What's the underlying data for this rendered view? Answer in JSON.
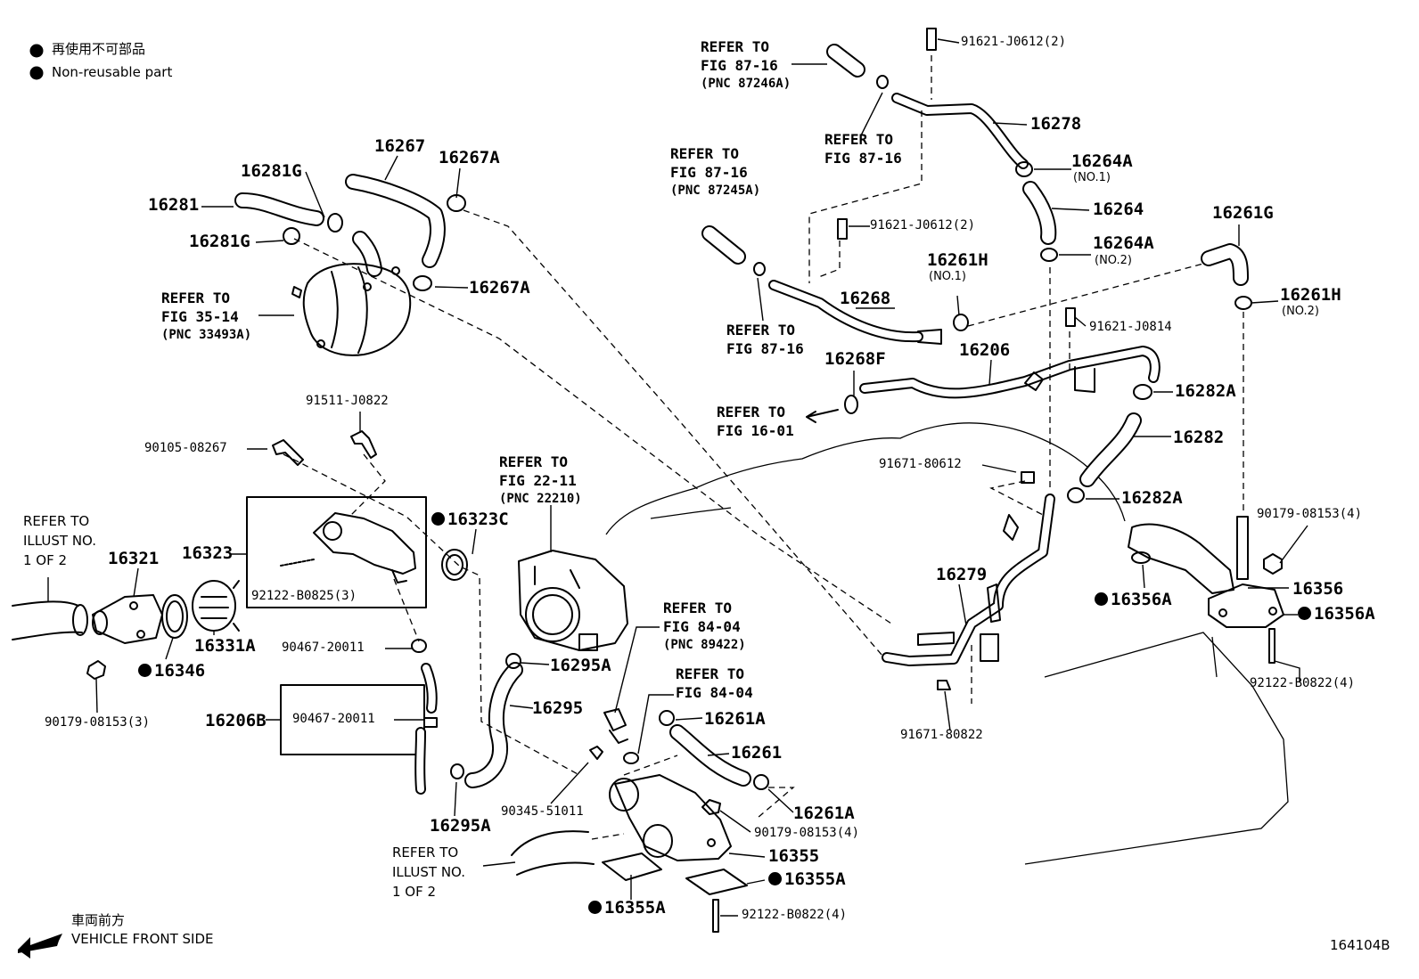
{
  "legend": {
    "jp": "再使用不可部品",
    "en": "Non-reusable part"
  },
  "diagram_id": "164104B",
  "front_side": {
    "jp": "車両前方",
    "en": "VEHICLE FRONT SIDE"
  },
  "refs": {
    "fig_87_16_a": [
      "REFER TO",
      "FIG 87-16",
      "(PNC 87246A)"
    ],
    "fig_87_16_b": [
      "REFER TO",
      "FIG 87-16"
    ],
    "fig_87_16_c": [
      "REFER TO",
      "FIG 87-16",
      "(PNC 87245A)"
    ],
    "fig_87_16_d": [
      "REFER TO",
      "FIG 87-16"
    ],
    "fig_35_14": [
      "REFER TO",
      "FIG 35-14",
      "(PNC 33493A)"
    ],
    "fig_16_01": [
      "REFER TO",
      "FIG 16-01"
    ],
    "fig_22_11": [
      "REFER TO",
      "FIG 22-11",
      "(PNC 22210)"
    ],
    "fig_84_04_a": [
      "REFER TO",
      "FIG 84-04",
      "(PNC 89422)"
    ],
    "fig_84_04_b": [
      "REFER TO",
      "FIG 84-04"
    ],
    "illust_top": [
      "REFER TO",
      "ILLUST NO.",
      "1 OF 2"
    ],
    "illust_bottom": [
      "REFER TO",
      "ILLUST NO.",
      "1 OF 2"
    ]
  },
  "parts": {
    "p16281": "16281",
    "p16281G_a": "16281G",
    "p16281G_b": "16281G",
    "p16267": "16267",
    "p16267A_a": "16267A",
    "p16267A_b": "16267A",
    "p91511": "91511-J0822",
    "p90105": "90105-08267",
    "p16323C": "16323C",
    "p16323": "16323",
    "p16321": "16321",
    "p92122_3": "92122-B0825(3)",
    "p16331A": "16331A",
    "p16346": "16346",
    "p90179_3": "90179-08153(3)",
    "p90467_a": "90467-20011",
    "p90467_b": "90467-20011",
    "p16206B": "16206B",
    "p16295A_a": "16295A",
    "p16295": "16295",
    "p16295A_b": "16295A",
    "p90345": "90345-51011",
    "p16261A_a": "16261A",
    "p16261": "16261",
    "p16261A_b": "16261A",
    "p90179_4a": "90179-08153(4)",
    "p16355": "16355",
    "p16355A_a": "16355A",
    "p16355A_b": "16355A",
    "p92122_4a": "92122-B0822(4)",
    "p91621_a": "91621-J0612(2)",
    "p16278": "16278",
    "p16264A_1": "16264A",
    "no1_a": "(NO.1)",
    "p16264": "16264",
    "p16264A_2": "16264A",
    "no2_a": "(NO.2)",
    "p91621_b": "91621-J0612(2)",
    "p16261H_1": "16261H",
    "no1_b": "(NO.1)",
    "p16268": "16268",
    "p16261G": "16261G",
    "p16261H_2": "16261H",
    "no2_b": "(NO.2)",
    "p91621_c": "91621-J0814",
    "p16268F": "16268F",
    "p16206": "16206",
    "p16282A_a": "16282A",
    "p16282": "16282",
    "p91671_a": "91671-80612",
    "p16282A_b": "16282A",
    "p16279": "16279",
    "p90179_4b": "90179-08153(4)",
    "p16356": "16356",
    "p16356A_a": "16356A",
    "p16356A_b": "16356A",
    "p92122_4b": "92122-B0822(4)",
    "p91671_b": "91671-80822"
  }
}
